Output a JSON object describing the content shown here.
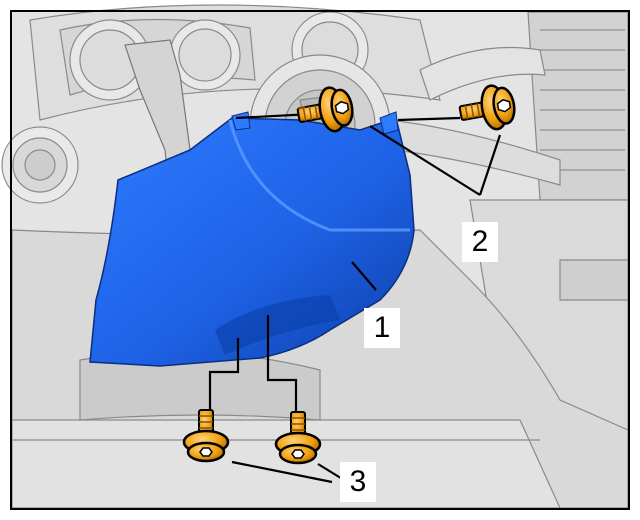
{
  "callouts": {
    "steering_column_trim": "1",
    "upper_screws": "2",
    "lower_screws": "3"
  },
  "colors": {
    "trim_part": "#1e62e6",
    "screw": "#f0a010",
    "background_drawing": "#dcdcdc",
    "border": "#000000"
  }
}
